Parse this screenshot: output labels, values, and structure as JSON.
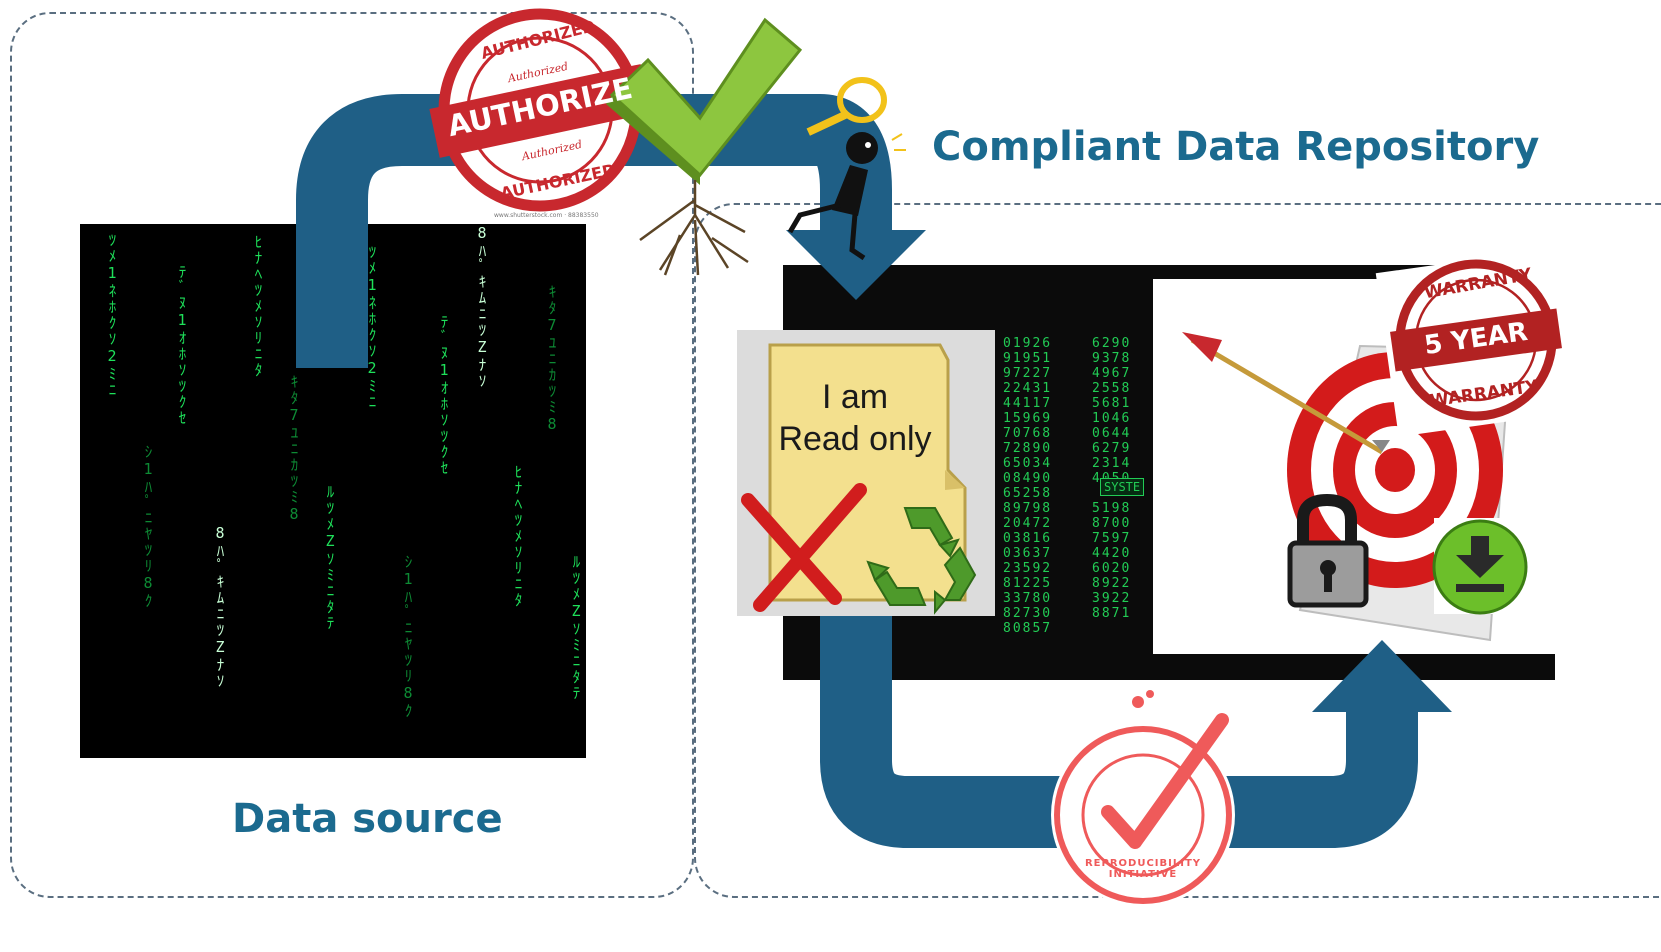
{
  "labels": {
    "data_source": "Data source",
    "repository": "Compliant Data Repository"
  },
  "folder": {
    "line1": "I am",
    "line2": "Read only"
  },
  "authorized_stamp": {
    "main": "AUTHORIZE",
    "ring_top": "AUTHORIZED",
    "ring_bottom": "AUTHORIZED",
    "script_top": "Authorized",
    "script_bottom": "Authorized",
    "credit": "www.shutterstock.com · 88383550"
  },
  "warranty_stamp": {
    "main": "5 YEAR",
    "ring_top": "WARRANTY",
    "ring_bottom": "WARRANTY"
  },
  "reproducibility_logo": {
    "text": "REPRODUCIBILITY INITIATIVE"
  },
  "system_tag": "SYSTE",
  "digits_block_1": "01926\n91951\n97227\n22431\n44117\n15969\n70768\n72890\n65034\n08490\n65258\n89798\n20472\n03816\n03637\n23592\n81225\n33780\n82730\n80857",
  "digits_block_2": "6290\n9378\n4967\n2558\n5681\n1046\n0644\n6279\n2314\n4050\n\n5198\n8700\n7597\n4420\n6020\n8922\n3922\n8871",
  "matrix_glyphs": [
    "ﾂﾒ1ﾈﾎｸｿ2ﾐﾆ",
    "ｼ1ﾊﾟﾆﾔﾂﾘ8ｸ",
    "ﾃﾞﾇ1ｵﾎｿﾂｸｾ",
    "8ﾊﾟｷﾑﾆﾂZﾅｿ",
    "ﾋﾅﾍﾂﾒｿﾘﾆﾀ",
    "ｷﾀ7ﾕﾆｶﾂﾐ8",
    "ﾙﾂﾒZｿﾐﾆﾀﾃ"
  ],
  "colors": {
    "arrow_blue": "#1f5f86",
    "label_blue": "#1b6a8f",
    "stamp_red": "#c8282e",
    "matrix_green": "#1ee05a",
    "dashed_border": "#5a6e80",
    "folder_yellow": "#f3e08e",
    "repro_pink": "#ef5a5a",
    "check_green": "#8dc63f"
  },
  "icons": [
    "matrix-code-image",
    "flow-arrow",
    "authorized-stamp",
    "green-check-roots-icon",
    "key-figure-icon",
    "read-only-folder-icon",
    "red-x-icon",
    "recycle-icon",
    "binary-digits-image",
    "target-arrow-icon",
    "warranty-stamp",
    "padlock-icon",
    "download-icon",
    "reproducibility-logo"
  ]
}
